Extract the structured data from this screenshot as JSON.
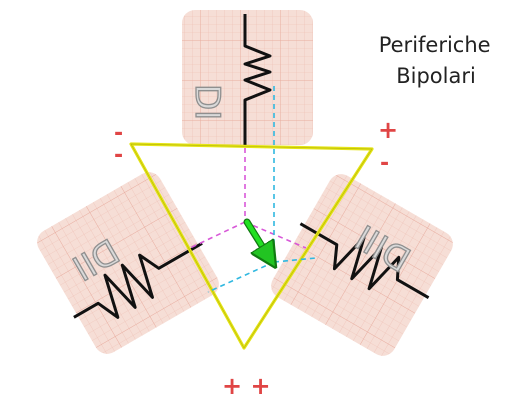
{
  "title": [
    "Periferiche",
    "Bipolari"
  ],
  "leads": {
    "top": "DI",
    "left": "DII",
    "right": "DIII"
  },
  "polarity": {
    "top_left": [
      "-",
      "-"
    ],
    "top_right": [
      "+",
      "-"
    ],
    "bottom": "+ +"
  },
  "colors": {
    "triangle": "#e4e415",
    "paper": "#f6ded6",
    "paper_grid": "#e9a79a",
    "sign": "#e04545",
    "magenta_projection": "#d858d8",
    "cyan_projection": "#30b8e0",
    "vector_arrow": "#22c422"
  }
}
